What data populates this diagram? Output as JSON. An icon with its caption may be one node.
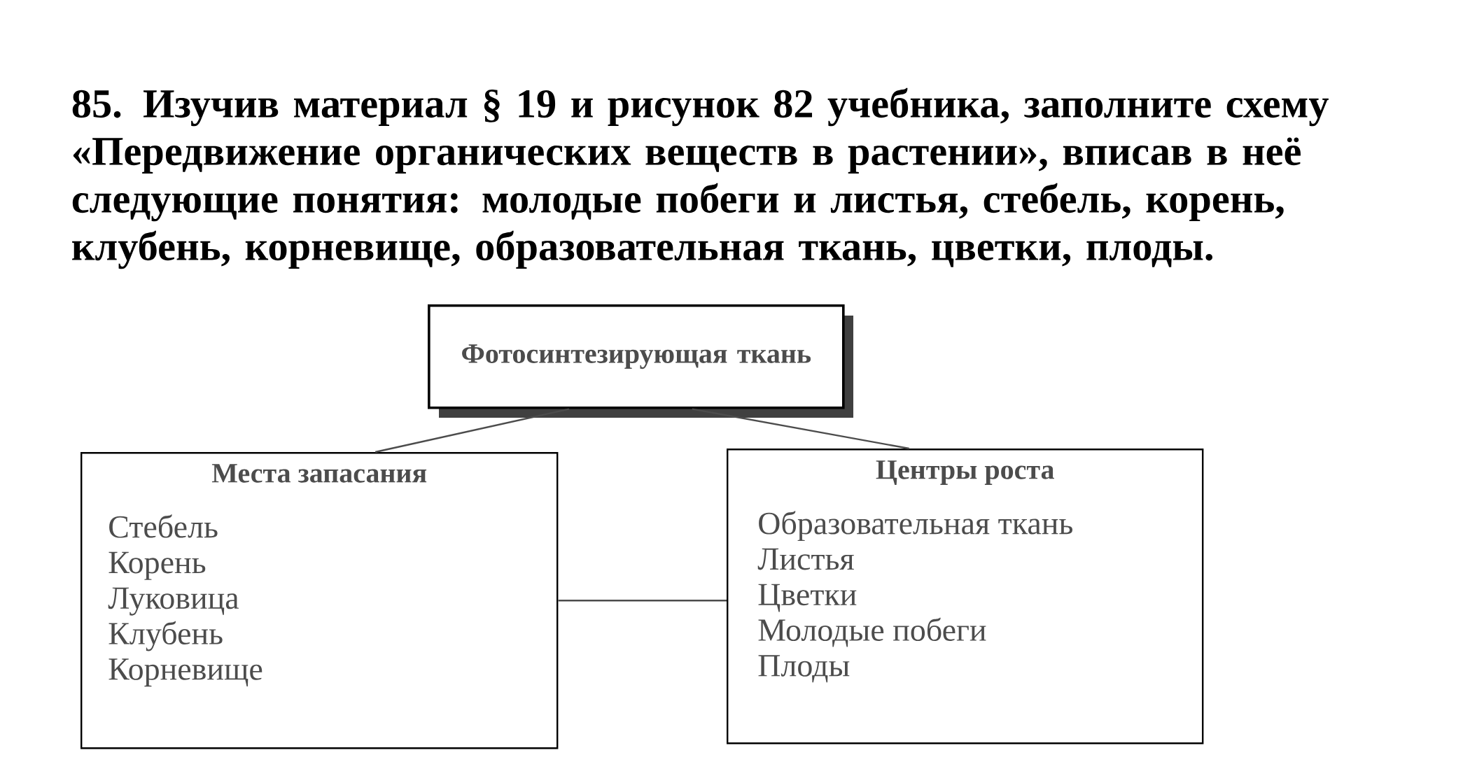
{
  "diagram": {
    "title": "85. Изучив материал § 19 и рисунок 82 учебника, заполните схему «Передвижение органических веществ в растении», вписав в неё следующие понятия: молодые побеги и листья, стебель, корень, клубень, корневище, образовательная ткань, цветки, плоды.",
    "nodes": [
      {
        "text": [
          "Фотосинтезирующая ткань"
        ]
      },
      {
        "text": [
          "Места запасания",
          "Стебель",
          "Корень",
          "Луковица",
          "Клубень",
          "Корневище"
        ]
      },
      {
        "text": [
          "Центры роста",
          "Образовательная ткань",
          "Листья",
          "Цветки",
          "Молодые побеги",
          "Плоды"
        ]
      }
    ],
    "edges": [
      {
        "from": 0,
        "to": 1,
        "arrow": "none"
      },
      {
        "from": 0,
        "to": 2,
        "arrow": "none"
      },
      {
        "from": 1,
        "to": 2,
        "arrow": "none"
      }
    ]
  }
}
